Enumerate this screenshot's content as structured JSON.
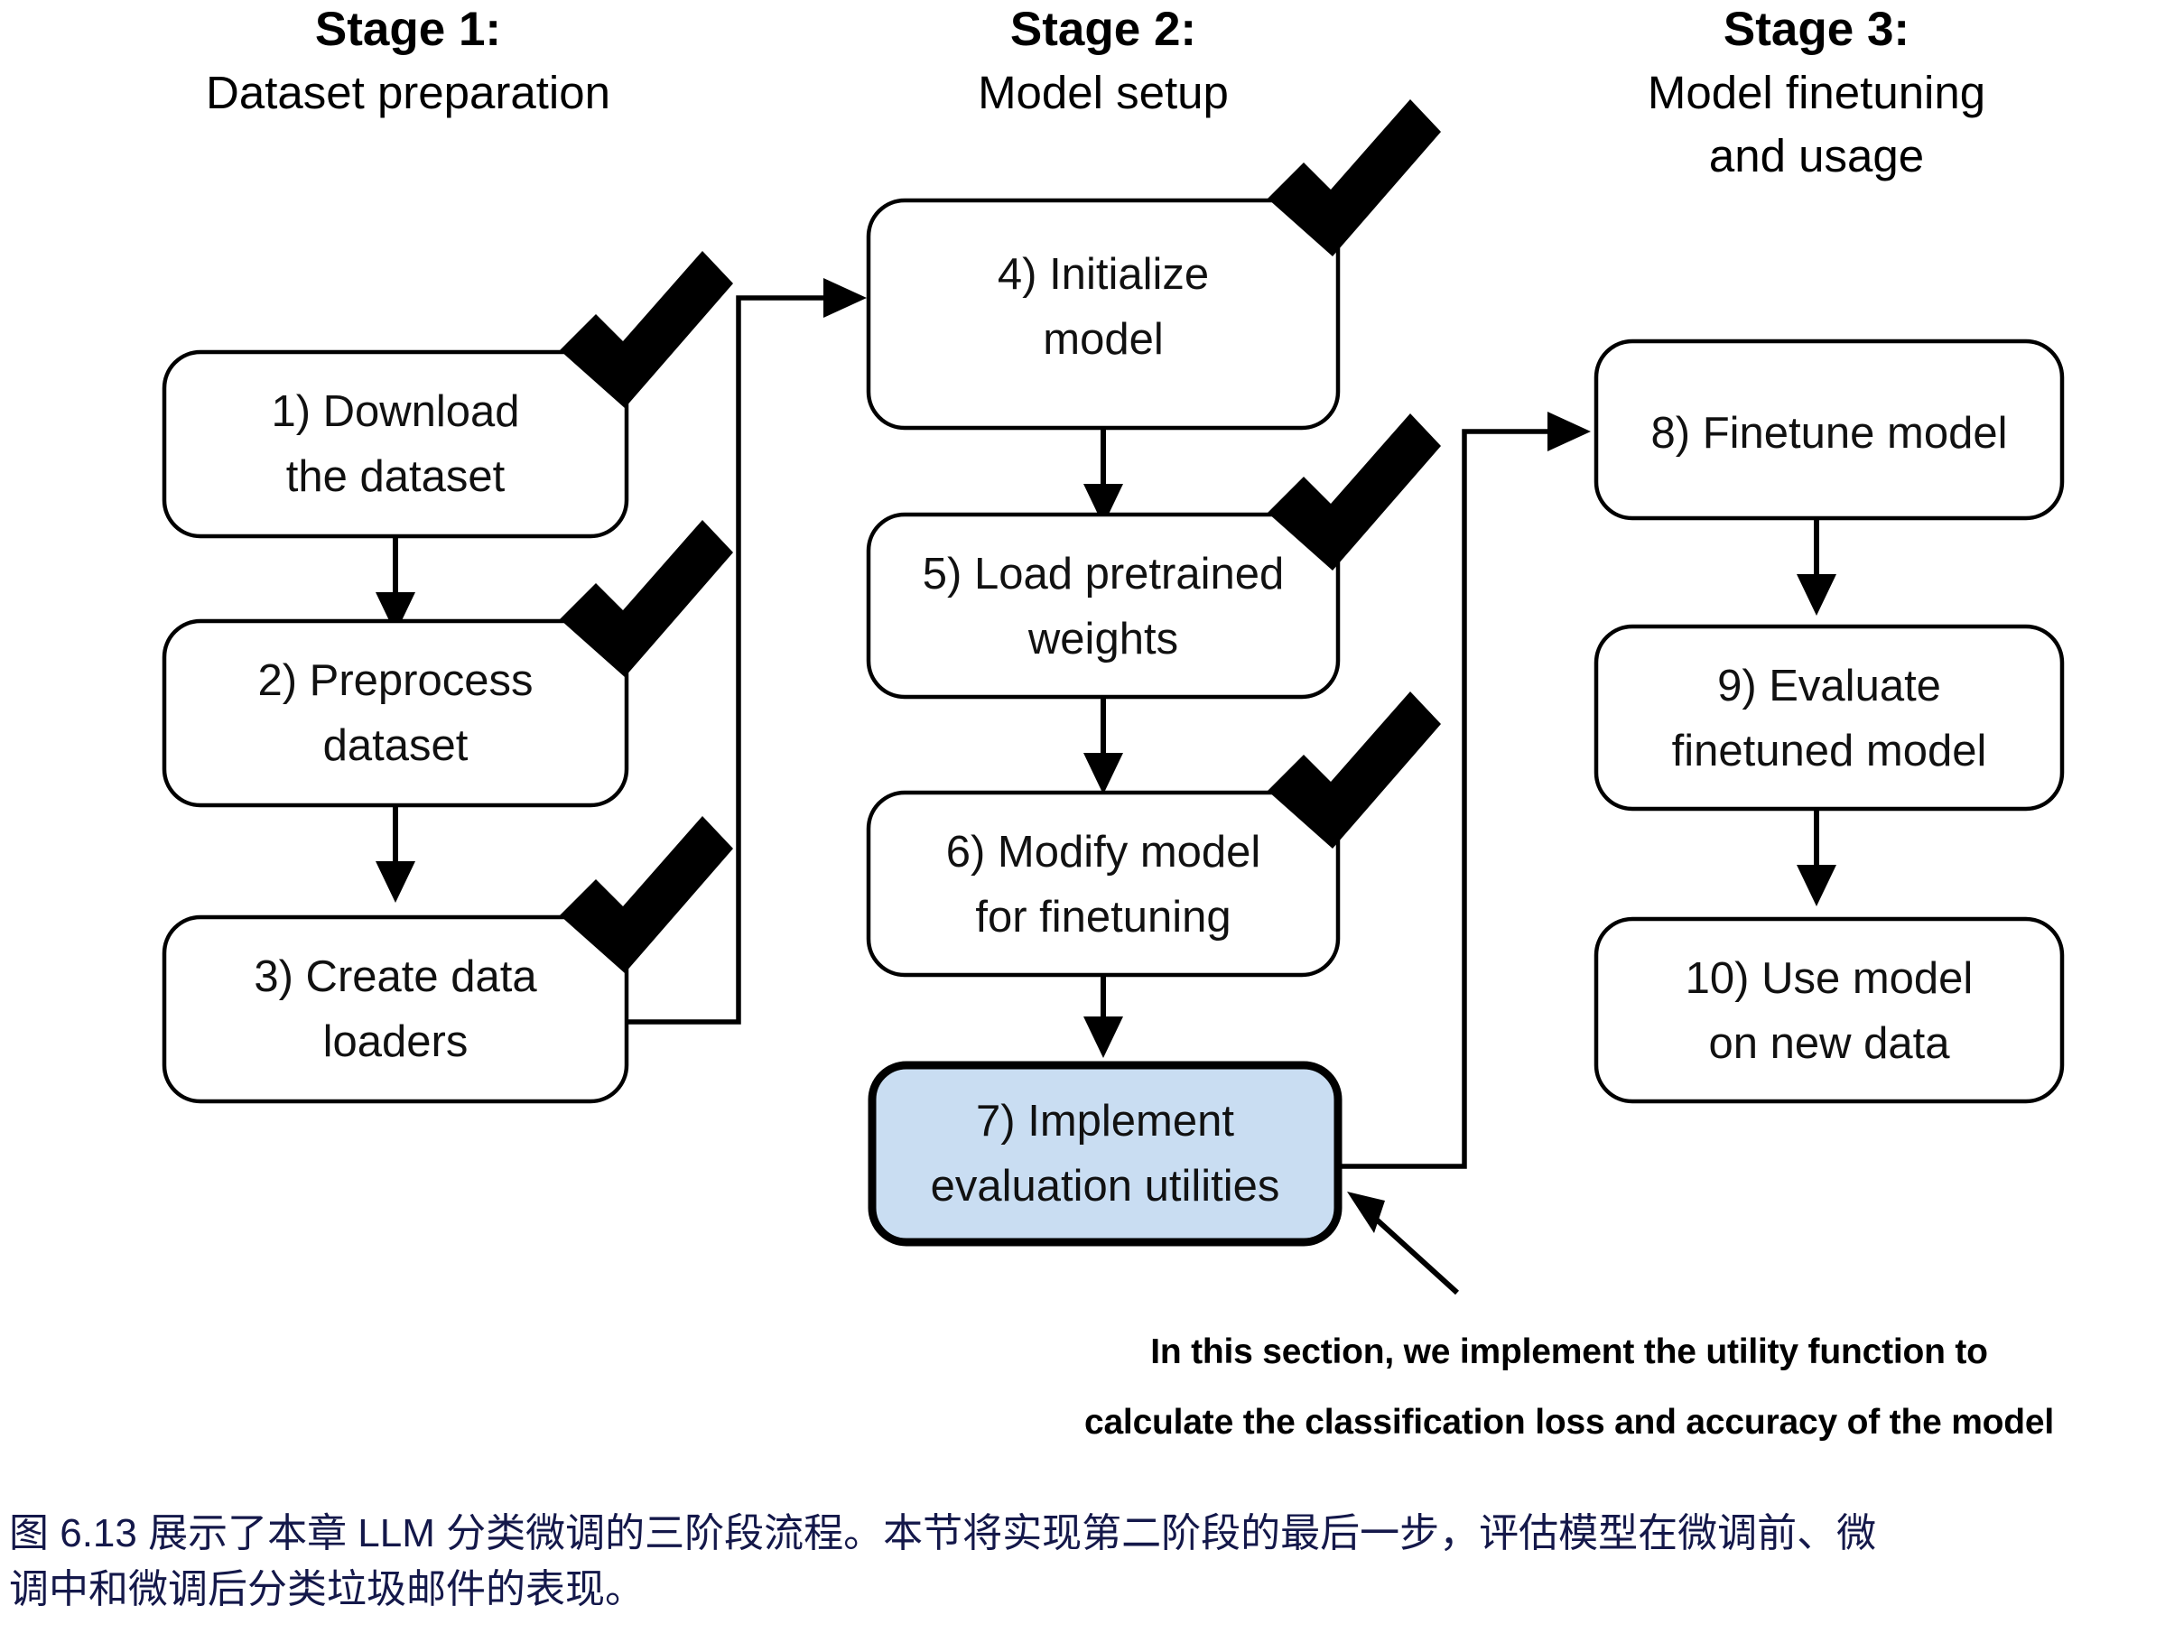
{
  "stages": [
    {
      "title": "Stage 1:",
      "subtitle": "Dataset preparation"
    },
    {
      "title": "Stage 2:",
      "subtitle": "Model setup"
    },
    {
      "title": "Stage 3:",
      "subtitle": "Model finetuning",
      "subtitle2": "and usage"
    }
  ],
  "boxes": {
    "b1": {
      "line1": "1) Download",
      "line2": "the dataset",
      "checked": true
    },
    "b2": {
      "line1": "2) Preprocess",
      "line2": "dataset",
      "checked": true
    },
    "b3": {
      "line1": "3) Create data",
      "line2": "loaders",
      "checked": true
    },
    "b4": {
      "line1": "4) Initialize",
      "line2": "model",
      "checked": true
    },
    "b5": {
      "line1": "5) Load pretrained",
      "line2": "weights",
      "checked": true
    },
    "b6": {
      "line1": "6) Modify model",
      "line2": "for finetuning",
      "checked": true
    },
    "b7": {
      "line1": "7) Implement",
      "line2": "evaluation utilities",
      "checked": false,
      "highlight": true
    },
    "b8": {
      "line1": "8) Finetune model",
      "line2": "",
      "checked": false
    },
    "b9": {
      "line1": "9) Evaluate",
      "line2": "finetuned model",
      "checked": false
    },
    "b10": {
      "line1": "10) Use model",
      "line2": "on new data",
      "checked": false
    }
  },
  "annotation": {
    "line1": "In this section, we implement the utility function to",
    "line2": "calculate the classification loss and accuracy of the model"
  },
  "caption": {
    "line1": "图 6.13 展示了本章 LLM 分类微调的三阶段流程。本节将实现第二阶段的最后一步，评估模型在微调前、微",
    "line2": "调中和微调后分类垃圾邮件的表现。"
  },
  "colors": {
    "highlight_fill": "#c9ddf2",
    "stroke": "#000000",
    "caption": "#14184a",
    "background": "#ffffff"
  }
}
